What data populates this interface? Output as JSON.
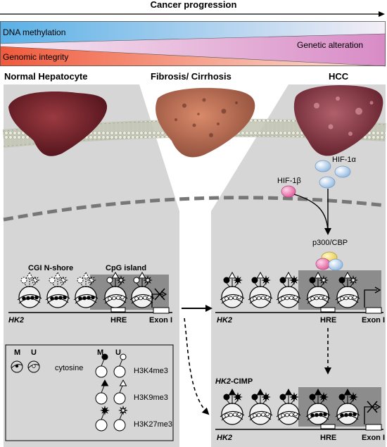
{
  "progression": {
    "label": "Cancer progression"
  },
  "bars": {
    "dna_methylation": "DNA methylation",
    "genetic_alteration": "Genetic alteration",
    "genomic_integrity": "Genomic integrity"
  },
  "stages": {
    "normal": "Normal Hepatocyte",
    "fibrosis": "Fibrosis/ Cirrhosis",
    "hcc": "HCC"
  },
  "factors": {
    "hif1a": "HIF-1α",
    "hif1b": "HIF-1β",
    "coactivator": "p300/CBP"
  },
  "normal_panel": {
    "cgi_shore": "CGI N-shore",
    "cpg_island": "CpG island",
    "gene": "HK2",
    "hre": "HRE",
    "exon": "Exon I"
  },
  "hcc_panel": {
    "gene": "HK2",
    "hre": "HRE",
    "exon": "Exon I"
  },
  "cimp_panel": {
    "title_gene": "HK2",
    "title_suffix": "-CIMP",
    "gene": "HK2",
    "hre": "HRE",
    "exon": "Exon I"
  },
  "legend": {
    "methylated": "M",
    "unmethylated": "U",
    "cytosine": "cytosine",
    "h3k4me3": "H3K4me3",
    "h3k9me3": "H3K9me3",
    "h3k27me3": "H3K27me3"
  },
  "colors": {
    "dna_bar_start": "#5ab0e6",
    "dna_bar_end": "#f2ecf6",
    "genetic_bar": "#d98ec7",
    "genomic_bar_start": "#f05a3c",
    "panel_gray": "#d6d6d6",
    "cpg_box": "#8c8c8c"
  }
}
